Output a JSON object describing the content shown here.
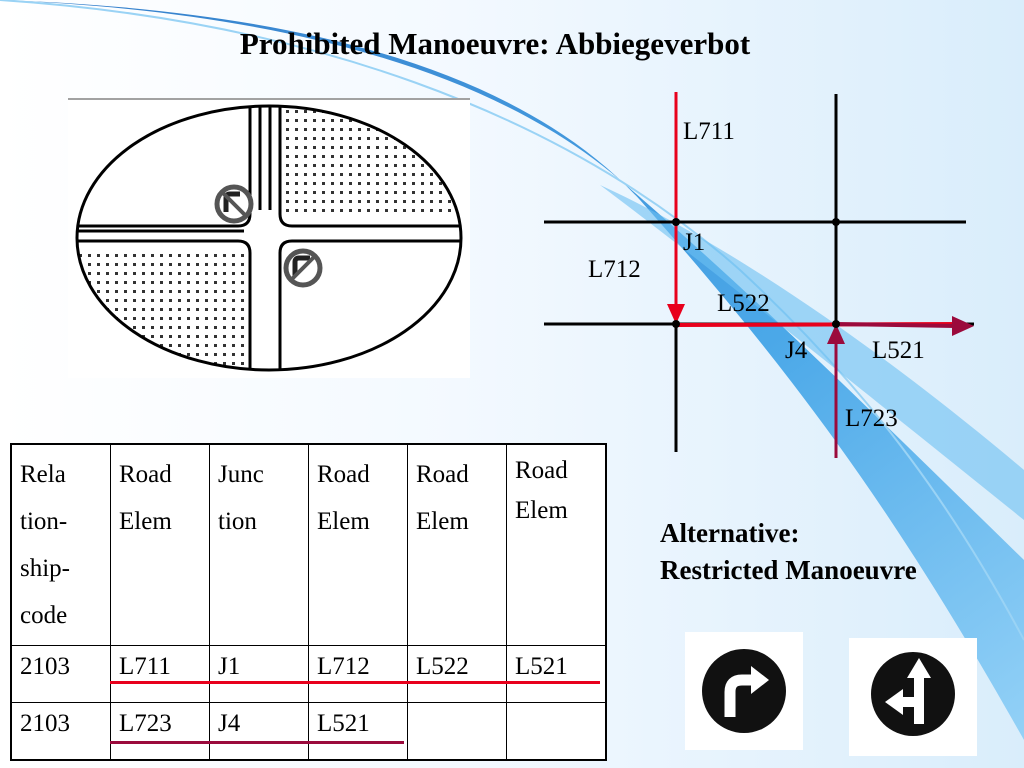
{
  "title": "Prohibited Manoeuvre: Abbiegeverbot",
  "network": {
    "links": {
      "l711": "L711",
      "j1": "J1",
      "l712": "L712",
      "l522": "L522",
      "j4": "J4",
      "l521": "L521",
      "l723": "L723"
    }
  },
  "table": {
    "headers": [
      [
        "Rela",
        "tion-",
        "ship-",
        "code"
      ],
      [
        "Road",
        "Elem"
      ],
      [
        "Junc",
        "tion"
      ],
      [
        "Road",
        "Elem"
      ],
      [
        "Road",
        "Elem"
      ],
      [
        "Road",
        "Elem"
      ]
    ],
    "rows": [
      [
        "2103",
        "L711",
        "J1",
        "L712",
        "L522",
        "L521"
      ],
      [
        "2103",
        "L723",
        "J4",
        "L521",
        "",
        ""
      ]
    ]
  },
  "alternative": {
    "line1": "Alternative:",
    "line2": "Restricted Manoeuvre"
  },
  "colors": {
    "red": "#e8001c",
    "maroon": "#9b0a3c",
    "sweep": "#3aa0e6"
  }
}
